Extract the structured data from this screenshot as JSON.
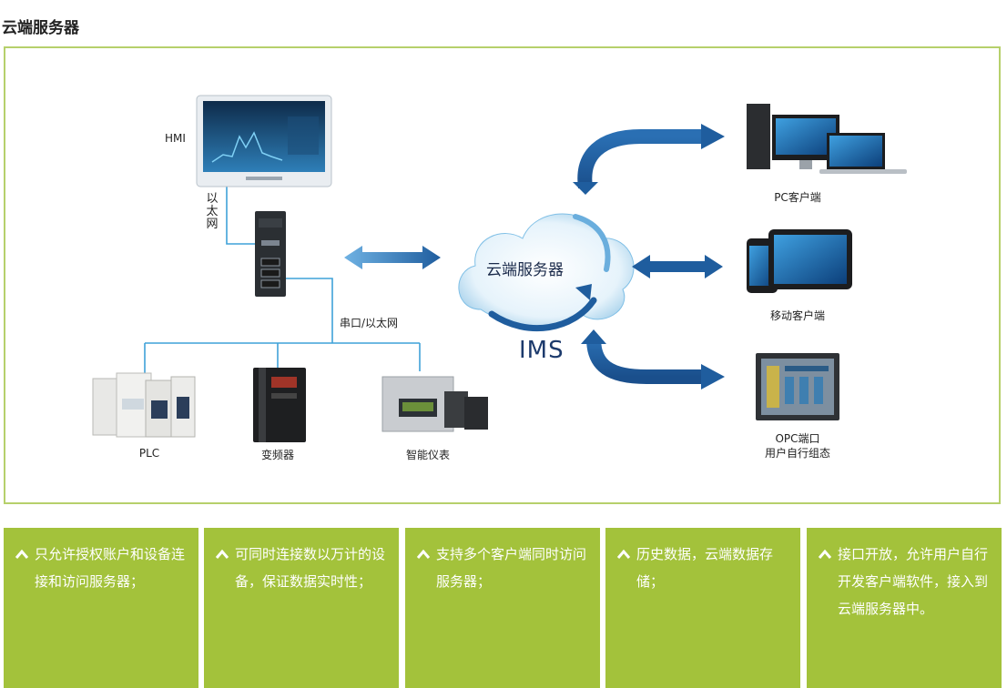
{
  "page_title": "云端服务器",
  "diagram": {
    "hmi_label": "HMI",
    "ethernet_label": [
      "以",
      "太",
      "网"
    ],
    "serial_label": "串口/以太网",
    "cloud_label": "云端服务器",
    "ims_label": "IMS",
    "devices": {
      "plc": "PLC",
      "inverter": "变频器",
      "meter": "智能仪表"
    },
    "clients": {
      "pc": "PC客户端",
      "mobile": "移动客户端",
      "opc_line1": "OPC端口",
      "opc_line2": "用户自行组态"
    },
    "colors": {
      "frame": "#b6d06b",
      "line": "#3fa2d8",
      "arrow": "#1f5d9e",
      "panel": "#a3c23b"
    }
  },
  "features": [
    {
      "text": "只允许授权账户和设备连接和访问服务器；",
      "icon": "chevron-up-icon"
    },
    {
      "text": "可同时连接数以万计的设备，保证数据实时性；",
      "icon": "chevron-up-icon"
    },
    {
      "text": "支持多个客户端同时访问服务器；",
      "icon": "chevron-up-icon"
    },
    {
      "text": "历史数据，云端数据存储；",
      "icon": "chevron-up-icon"
    },
    {
      "text": "接口开放，允许用户自行开发客户端软件，接入到云端服务器中。",
      "icon": "chevron-up-icon"
    }
  ]
}
